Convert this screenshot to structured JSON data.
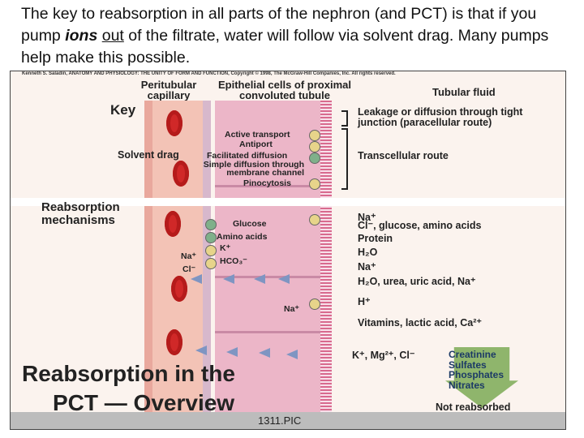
{
  "caption": {
    "part1": "The key to reabsorption in all parts of the nephron (and PCT) is that if you pump ",
    "ions": "ions",
    "space": " ",
    "out": "out",
    "part2": " of the filtrate, water will follow via solvent drag. Many pumps help make this possible."
  },
  "figure": {
    "credit": "Kenneth S. Saladin, ANATOMY AND PHYSIOLOGY: THE UNITY OF FORM AND FUNCTION, Copyright © 1998, The McGraw-Hill Companies, Inc. All rights reserved.",
    "headers": {
      "capillary": "Peritubular capillary",
      "epithelial": "Epithelial cells of proximal convoluted tubule",
      "fluid": "Tubular fluid"
    },
    "key": {
      "title": "Key",
      "items": [
        "Active transport",
        "Antiport",
        "Facilitated diffusion",
        "Simple diffusion through membrane channel",
        "Pinocytosis"
      ],
      "solvent_drag": "Solvent drag",
      "routes": [
        "Leakage or diffusion through tight junction (paracellular route)",
        "Transcellular route"
      ]
    },
    "mechanisms_title": "Reabsorption mechanisms",
    "inner_labels": [
      "Glucose",
      "Amino acids",
      "K⁺",
      "HCO₃⁻",
      "Na⁺",
      "Cl⁻",
      "Na⁺"
    ],
    "right_labels": [
      "Na⁺",
      "Cl⁻, glucose, amino acids",
      "Protein",
      "H₂O",
      "Na⁺",
      "H₂O, urea, uric acid, Na⁺",
      "H⁺",
      "Vitamins, lactic acid, Ca²⁺",
      "K⁺, Mg²⁺, Cl⁻"
    ],
    "not_reabsorbed": {
      "items": [
        "Creatinine",
        "Sulfates",
        "Phosphates",
        "Nitrates"
      ],
      "label": "Not reabsorbed"
    },
    "title_line1": "Reabsorption in the",
    "title_line2": "PCT — Overview",
    "pic_label": "1311.PIC"
  },
  "colors": {
    "capillary": "#f3c3b6",
    "rbc": "#d02828",
    "epithelium": "#ecb6c8",
    "arrow_blue": "#7f95c2",
    "not_reabsorbed_arrow": "#8fb56c"
  }
}
